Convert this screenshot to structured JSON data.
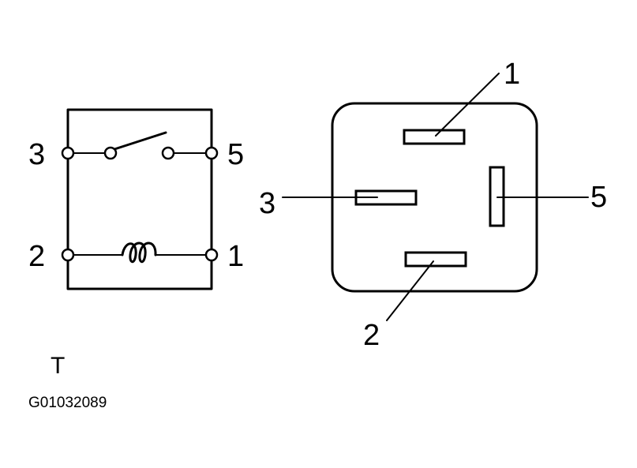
{
  "schematic": {
    "terminals": {
      "t3": "3",
      "t5": "5",
      "t2": "2",
      "t1": "1"
    }
  },
  "connector": {
    "pins": {
      "p1": "1",
      "p2": "2",
      "p3": "3",
      "p5": "5"
    }
  },
  "footer": {
    "marker": "T",
    "figure_code": "G01032089"
  }
}
